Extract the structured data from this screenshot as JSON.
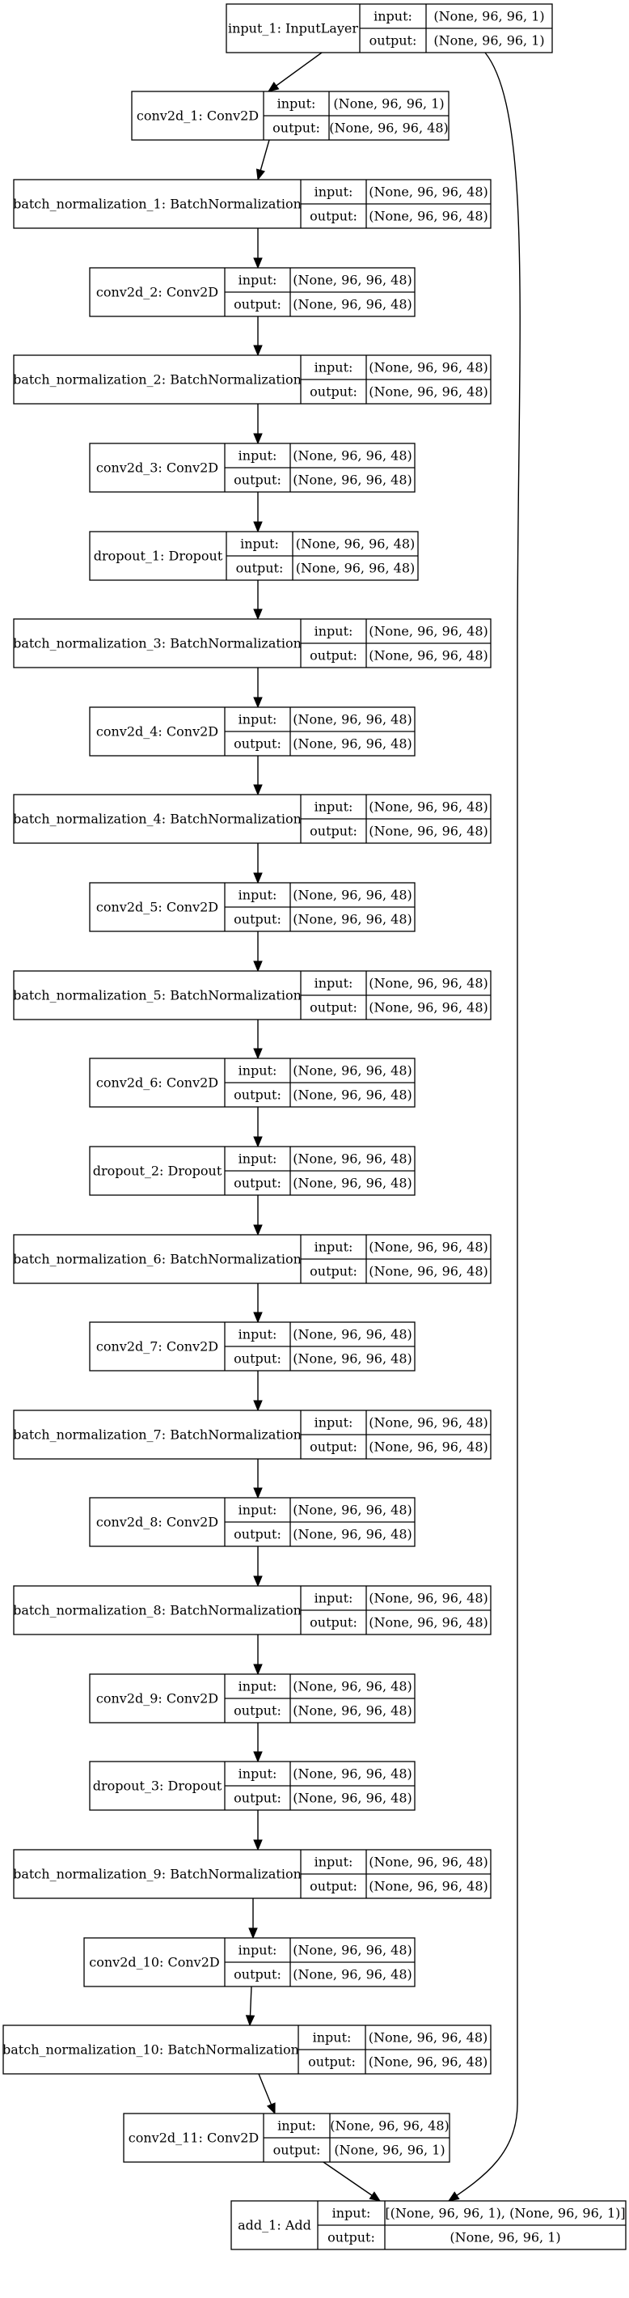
{
  "diagram": {
    "nodes": [
      {
        "id": "input_1",
        "name": "input_1: InputLayer",
        "in_label": "input:",
        "in_value": "(None, 96, 96, 1)",
        "out_label": "output:",
        "out_value": "(None, 96, 96, 1)"
      },
      {
        "id": "conv2d_1",
        "name": "conv2d_1: Conv2D",
        "in_label": "input:",
        "in_value": "(None, 96, 96, 1)",
        "out_label": "output:",
        "out_value": "(None, 96, 96, 48)"
      },
      {
        "id": "batch_normalization_1",
        "name": "batch_normalization_1: BatchNormalization",
        "in_label": "input:",
        "in_value": "(None, 96, 96, 48)",
        "out_label": "output:",
        "out_value": "(None, 96, 96, 48)"
      },
      {
        "id": "conv2d_2",
        "name": "conv2d_2: Conv2D",
        "in_label": "input:",
        "in_value": "(None, 96, 96, 48)",
        "out_label": "output:",
        "out_value": "(None, 96, 96, 48)"
      },
      {
        "id": "batch_normalization_2",
        "name": "batch_normalization_2: BatchNormalization",
        "in_label": "input:",
        "in_value": "(None, 96, 96, 48)",
        "out_label": "output:",
        "out_value": "(None, 96, 96, 48)"
      },
      {
        "id": "conv2d_3",
        "name": "conv2d_3: Conv2D",
        "in_label": "input:",
        "in_value": "(None, 96, 96, 48)",
        "out_label": "output:",
        "out_value": "(None, 96, 96, 48)"
      },
      {
        "id": "dropout_1",
        "name": "dropout_1: Dropout",
        "in_label": "input:",
        "in_value": "(None, 96, 96, 48)",
        "out_label": "output:",
        "out_value": "(None, 96, 96, 48)"
      },
      {
        "id": "batch_normalization_3",
        "name": "batch_normalization_3: BatchNormalization",
        "in_label": "input:",
        "in_value": "(None, 96, 96, 48)",
        "out_label": "output:",
        "out_value": "(None, 96, 96, 48)"
      },
      {
        "id": "conv2d_4",
        "name": "conv2d_4: Conv2D",
        "in_label": "input:",
        "in_value": "(None, 96, 96, 48)",
        "out_label": "output:",
        "out_value": "(None, 96, 96, 48)"
      },
      {
        "id": "batch_normalization_4",
        "name": "batch_normalization_4: BatchNormalization",
        "in_label": "input:",
        "in_value": "(None, 96, 96, 48)",
        "out_label": "output:",
        "out_value": "(None, 96, 96, 48)"
      },
      {
        "id": "conv2d_5",
        "name": "conv2d_5: Conv2D",
        "in_label": "input:",
        "in_value": "(None, 96, 96, 48)",
        "out_label": "output:",
        "out_value": "(None, 96, 96, 48)"
      },
      {
        "id": "batch_normalization_5",
        "name": "batch_normalization_5: BatchNormalization",
        "in_label": "input:",
        "in_value": "(None, 96, 96, 48)",
        "out_label": "output:",
        "out_value": "(None, 96, 96, 48)"
      },
      {
        "id": "conv2d_6",
        "name": "conv2d_6: Conv2D",
        "in_label": "input:",
        "in_value": "(None, 96, 96, 48)",
        "out_label": "output:",
        "out_value": "(None, 96, 96, 48)"
      },
      {
        "id": "dropout_2",
        "name": "dropout_2: Dropout",
        "in_label": "input:",
        "in_value": "(None, 96, 96, 48)",
        "out_label": "output:",
        "out_value": "(None, 96, 96, 48)"
      },
      {
        "id": "batch_normalization_6",
        "name": "batch_normalization_6: BatchNormalization",
        "in_label": "input:",
        "in_value": "(None, 96, 96, 48)",
        "out_label": "output:",
        "out_value": "(None, 96, 96, 48)"
      },
      {
        "id": "conv2d_7",
        "name": "conv2d_7: Conv2D",
        "in_label": "input:",
        "in_value": "(None, 96, 96, 48)",
        "out_label": "output:",
        "out_value": "(None, 96, 96, 48)"
      },
      {
        "id": "batch_normalization_7",
        "name": "batch_normalization_7: BatchNormalization",
        "in_label": "input:",
        "in_value": "(None, 96, 96, 48)",
        "out_label": "output:",
        "out_value": "(None, 96, 96, 48)"
      },
      {
        "id": "conv2d_8",
        "name": "conv2d_8: Conv2D",
        "in_label": "input:",
        "in_value": "(None, 96, 96, 48)",
        "out_label": "output:",
        "out_value": "(None, 96, 96, 48)"
      },
      {
        "id": "batch_normalization_8",
        "name": "batch_normalization_8: BatchNormalization",
        "in_label": "input:",
        "in_value": "(None, 96, 96, 48)",
        "out_label": "output:",
        "out_value": "(None, 96, 96, 48)"
      },
      {
        "id": "conv2d_9",
        "name": "conv2d_9: Conv2D",
        "in_label": "input:",
        "in_value": "(None, 96, 96, 48)",
        "out_label": "output:",
        "out_value": "(None, 96, 96, 48)"
      },
      {
        "id": "dropout_3",
        "name": "dropout_3: Dropout",
        "in_label": "input:",
        "in_value": "(None, 96, 96, 48)",
        "out_label": "output:",
        "out_value": "(None, 96, 96, 48)"
      },
      {
        "id": "batch_normalization_9",
        "name": "batch_normalization_9: BatchNormalization",
        "in_label": "input:",
        "in_value": "(None, 96, 96, 48)",
        "out_label": "output:",
        "out_value": "(None, 96, 96, 48)"
      },
      {
        "id": "conv2d_10",
        "name": "conv2d_10: Conv2D",
        "in_label": "input:",
        "in_value": "(None, 96, 96, 48)",
        "out_label": "output:",
        "out_value": "(None, 96, 96, 48)"
      },
      {
        "id": "batch_normalization_10",
        "name": "batch_normalization_10: BatchNormalization",
        "in_label": "input:",
        "in_value": "(None, 96, 96, 48)",
        "out_label": "output:",
        "out_value": "(None, 96, 96, 48)"
      },
      {
        "id": "conv2d_11",
        "name": "conv2d_11: Conv2D",
        "in_label": "input:",
        "in_value": "(None, 96, 96, 48)",
        "out_label": "output:",
        "out_value": "(None, 96, 96, 1)"
      },
      {
        "id": "add_1",
        "name": "add_1: Add",
        "in_label": "input:",
        "in_value": "[(None, 96, 96, 1), (None, 96, 96, 1)]",
        "out_label": "output:",
        "out_value": "(None, 96, 96, 1)"
      }
    ],
    "edges": [
      {
        "from": "input_1",
        "to": "conv2d_1"
      },
      {
        "from": "conv2d_1",
        "to": "batch_normalization_1"
      },
      {
        "from": "batch_normalization_1",
        "to": "conv2d_2"
      },
      {
        "from": "conv2d_2",
        "to": "batch_normalization_2"
      },
      {
        "from": "batch_normalization_2",
        "to": "conv2d_3"
      },
      {
        "from": "conv2d_3",
        "to": "dropout_1"
      },
      {
        "from": "dropout_1",
        "to": "batch_normalization_3"
      },
      {
        "from": "batch_normalization_3",
        "to": "conv2d_4"
      },
      {
        "from": "conv2d_4",
        "to": "batch_normalization_4"
      },
      {
        "from": "batch_normalization_4",
        "to": "conv2d_5"
      },
      {
        "from": "conv2d_5",
        "to": "batch_normalization_5"
      },
      {
        "from": "batch_normalization_5",
        "to": "conv2d_6"
      },
      {
        "from": "conv2d_6",
        "to": "dropout_2"
      },
      {
        "from": "dropout_2",
        "to": "batch_normalization_6"
      },
      {
        "from": "batch_normalization_6",
        "to": "conv2d_7"
      },
      {
        "from": "conv2d_7",
        "to": "batch_normalization_7"
      },
      {
        "from": "batch_normalization_7",
        "to": "conv2d_8"
      },
      {
        "from": "conv2d_8",
        "to": "batch_normalization_8"
      },
      {
        "from": "batch_normalization_8",
        "to": "conv2d_9"
      },
      {
        "from": "conv2d_9",
        "to": "dropout_3"
      },
      {
        "from": "dropout_3",
        "to": "batch_normalization_9"
      },
      {
        "from": "batch_normalization_9",
        "to": "conv2d_10"
      },
      {
        "from": "conv2d_10",
        "to": "batch_normalization_10"
      },
      {
        "from": "batch_normalization_10",
        "to": "conv2d_11"
      },
      {
        "from": "conv2d_11",
        "to": "add_1"
      },
      {
        "from": "input_1",
        "to": "add_1"
      }
    ]
  }
}
